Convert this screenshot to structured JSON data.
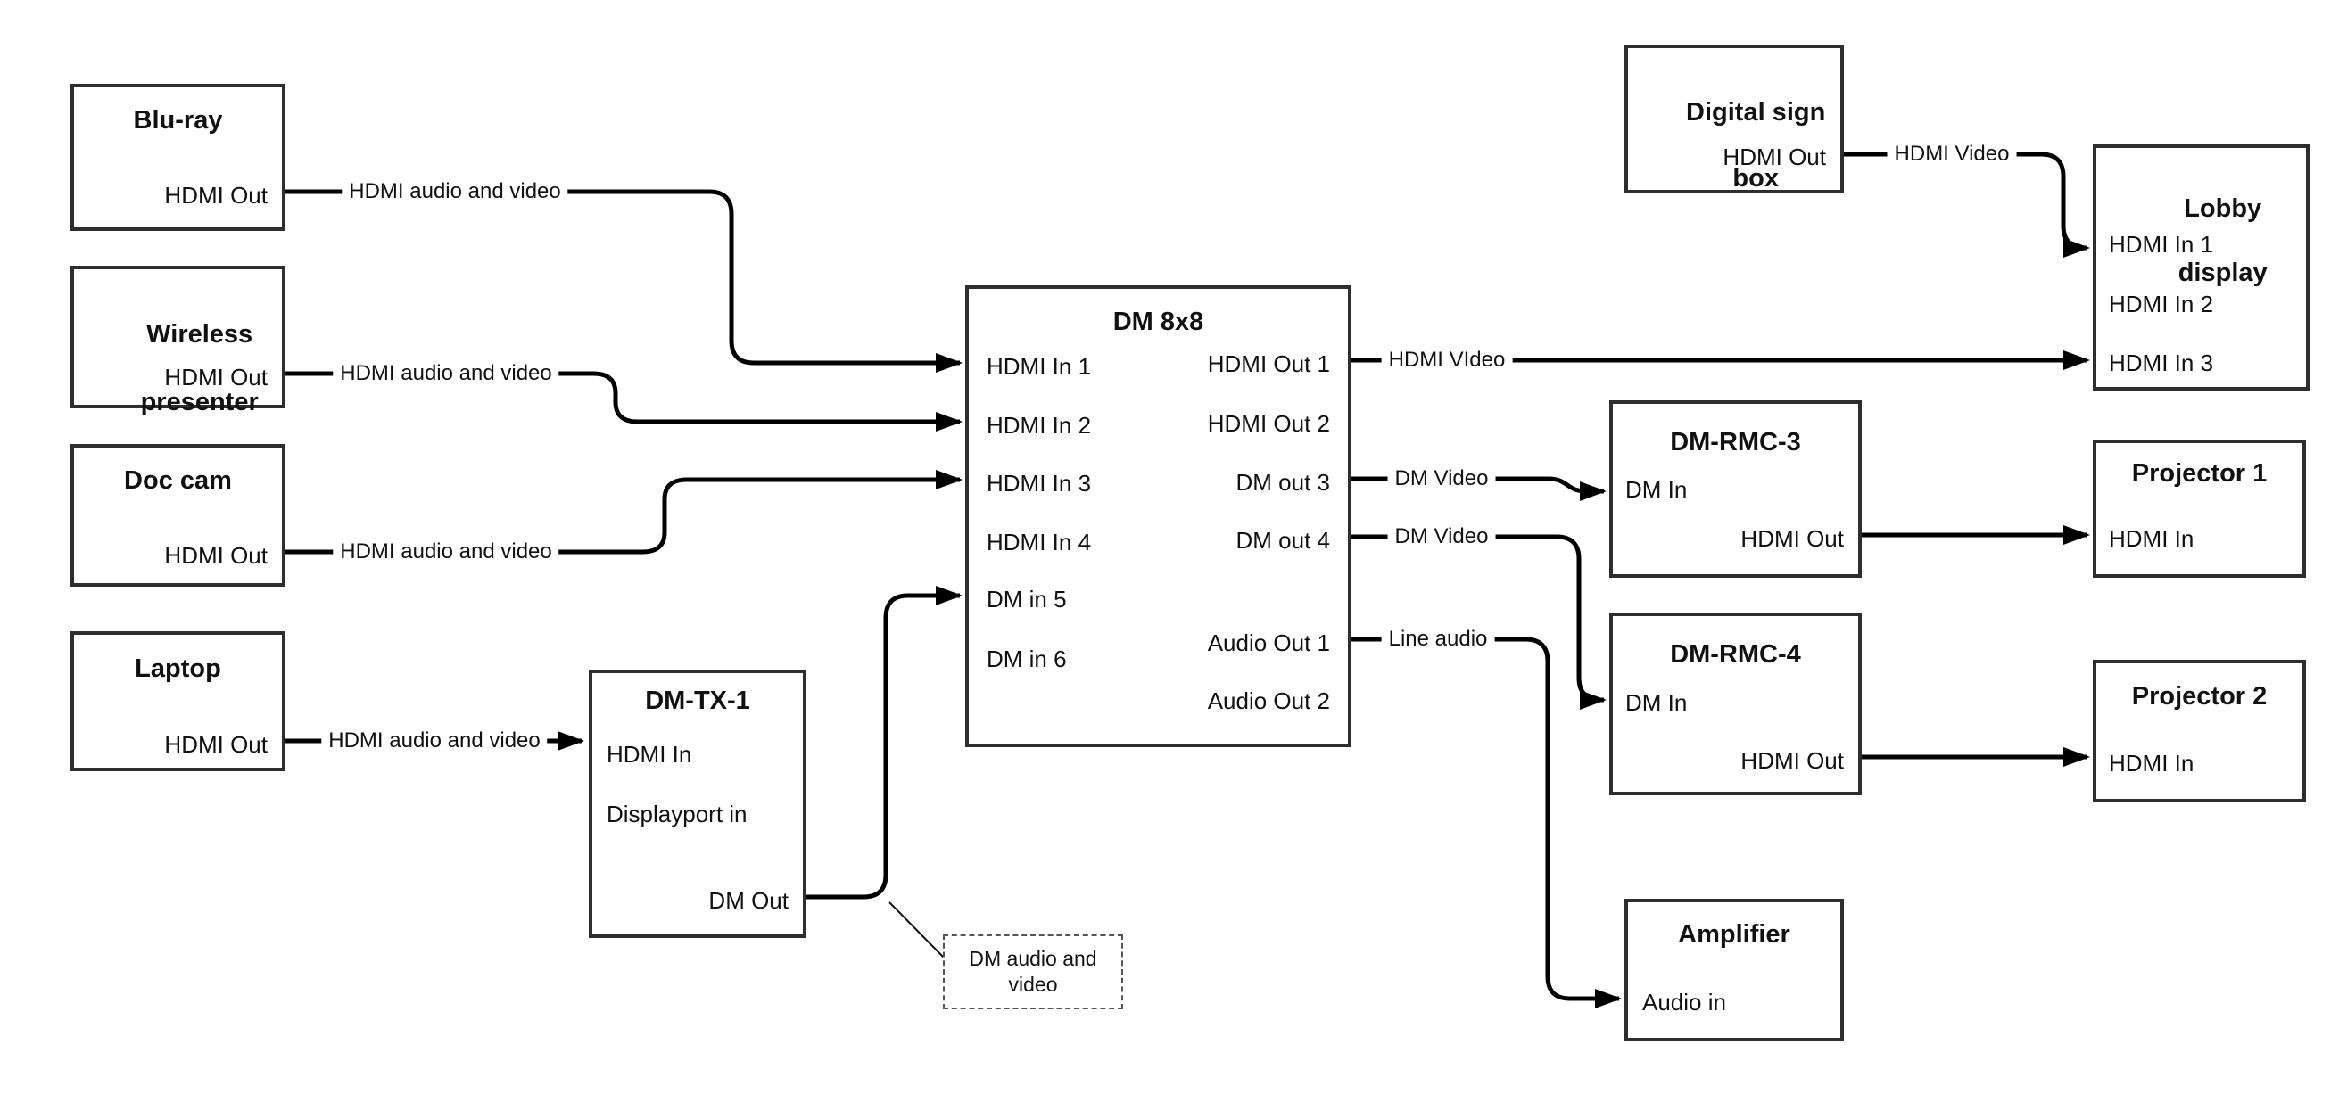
{
  "diagram": {
    "colors": {
      "background": "#ffffff",
      "box_border": "#2e2e2e",
      "wire": "#000000",
      "text": "#111111"
    },
    "nodes": {
      "bluray": {
        "title": "Blu-ray",
        "port_hdmi_out": "HDMI Out"
      },
      "wireless": {
        "title_line1": "Wireless",
        "title_line2": "presenter",
        "port_hdmi_out": "HDMI Out"
      },
      "doccam": {
        "title": "Doc cam",
        "port_hdmi_out": "HDMI Out"
      },
      "laptop": {
        "title": "Laptop",
        "port_hdmi_out": "HDMI Out"
      },
      "dmtx1": {
        "title": "DM-TX-1",
        "port_hdmi_in": "HDMI In",
        "port_displayport_in": "Displayport in",
        "port_dm_out": "DM Out"
      },
      "dm8x8": {
        "title": "DM 8x8",
        "port_hdmi_in_1": "HDMI In 1",
        "port_hdmi_in_2": "HDMI In 2",
        "port_hdmi_in_3": "HDMI In 3",
        "port_hdmi_in_4": "HDMI In 4",
        "port_dm_in_5": "DM in 5",
        "port_dm_in_6": "DM in 6",
        "port_hdmi_out_1": "HDMI Out 1",
        "port_hdmi_out_2": "HDMI Out 2",
        "port_dm_out_3": "DM out 3",
        "port_dm_out_4": "DM out 4",
        "port_audio_out_1": "Audio Out 1",
        "port_audio_out_2": "Audio Out 2"
      },
      "digital_sign": {
        "title_line1": "Digital sign",
        "title_line2": "box",
        "port_hdmi_out": "HDMI Out"
      },
      "lobby_display": {
        "title_line1": "Lobby",
        "title_line2": "display",
        "port_hdmi_in_1": "HDMI In 1",
        "port_hdmi_in_2": "HDMI In 2",
        "port_hdmi_in_3": "HDMI In 3"
      },
      "dmrmc3": {
        "title": "DM-RMC-3",
        "port_dm_in": "DM In",
        "port_hdmi_out": "HDMI Out"
      },
      "projector1": {
        "title": "Projector 1",
        "port_hdmi_in": "HDMI In"
      },
      "dmrmc4": {
        "title": "DM-RMC-4",
        "port_dm_in": "DM In",
        "port_hdmi_out": "HDMI Out"
      },
      "projector2": {
        "title": "Projector 2",
        "port_hdmi_in": "HDMI In"
      },
      "amplifier": {
        "title": "Amplifier",
        "port_audio_in": "Audio in"
      }
    },
    "wire_labels": {
      "bluray_to_dm8x8": "HDMI audio and video",
      "wireless_to_dm8x8": "HDMI audio and video",
      "doccam_to_dm8x8": "HDMI audio and video",
      "laptop_to_dmtx1": "HDMI audio and video",
      "hdmi_out1_to_lobby": "HDMI VIdeo",
      "dm_out3_to_rmc3": "DM Video",
      "dm_out4_to_rmc4": "DM Video",
      "audio_out1_to_amplifier": "Line audio",
      "digital_sign_to_lobby": "HDMI Video"
    },
    "callout": {
      "line1": "DM audio and",
      "line2": "video"
    }
  }
}
